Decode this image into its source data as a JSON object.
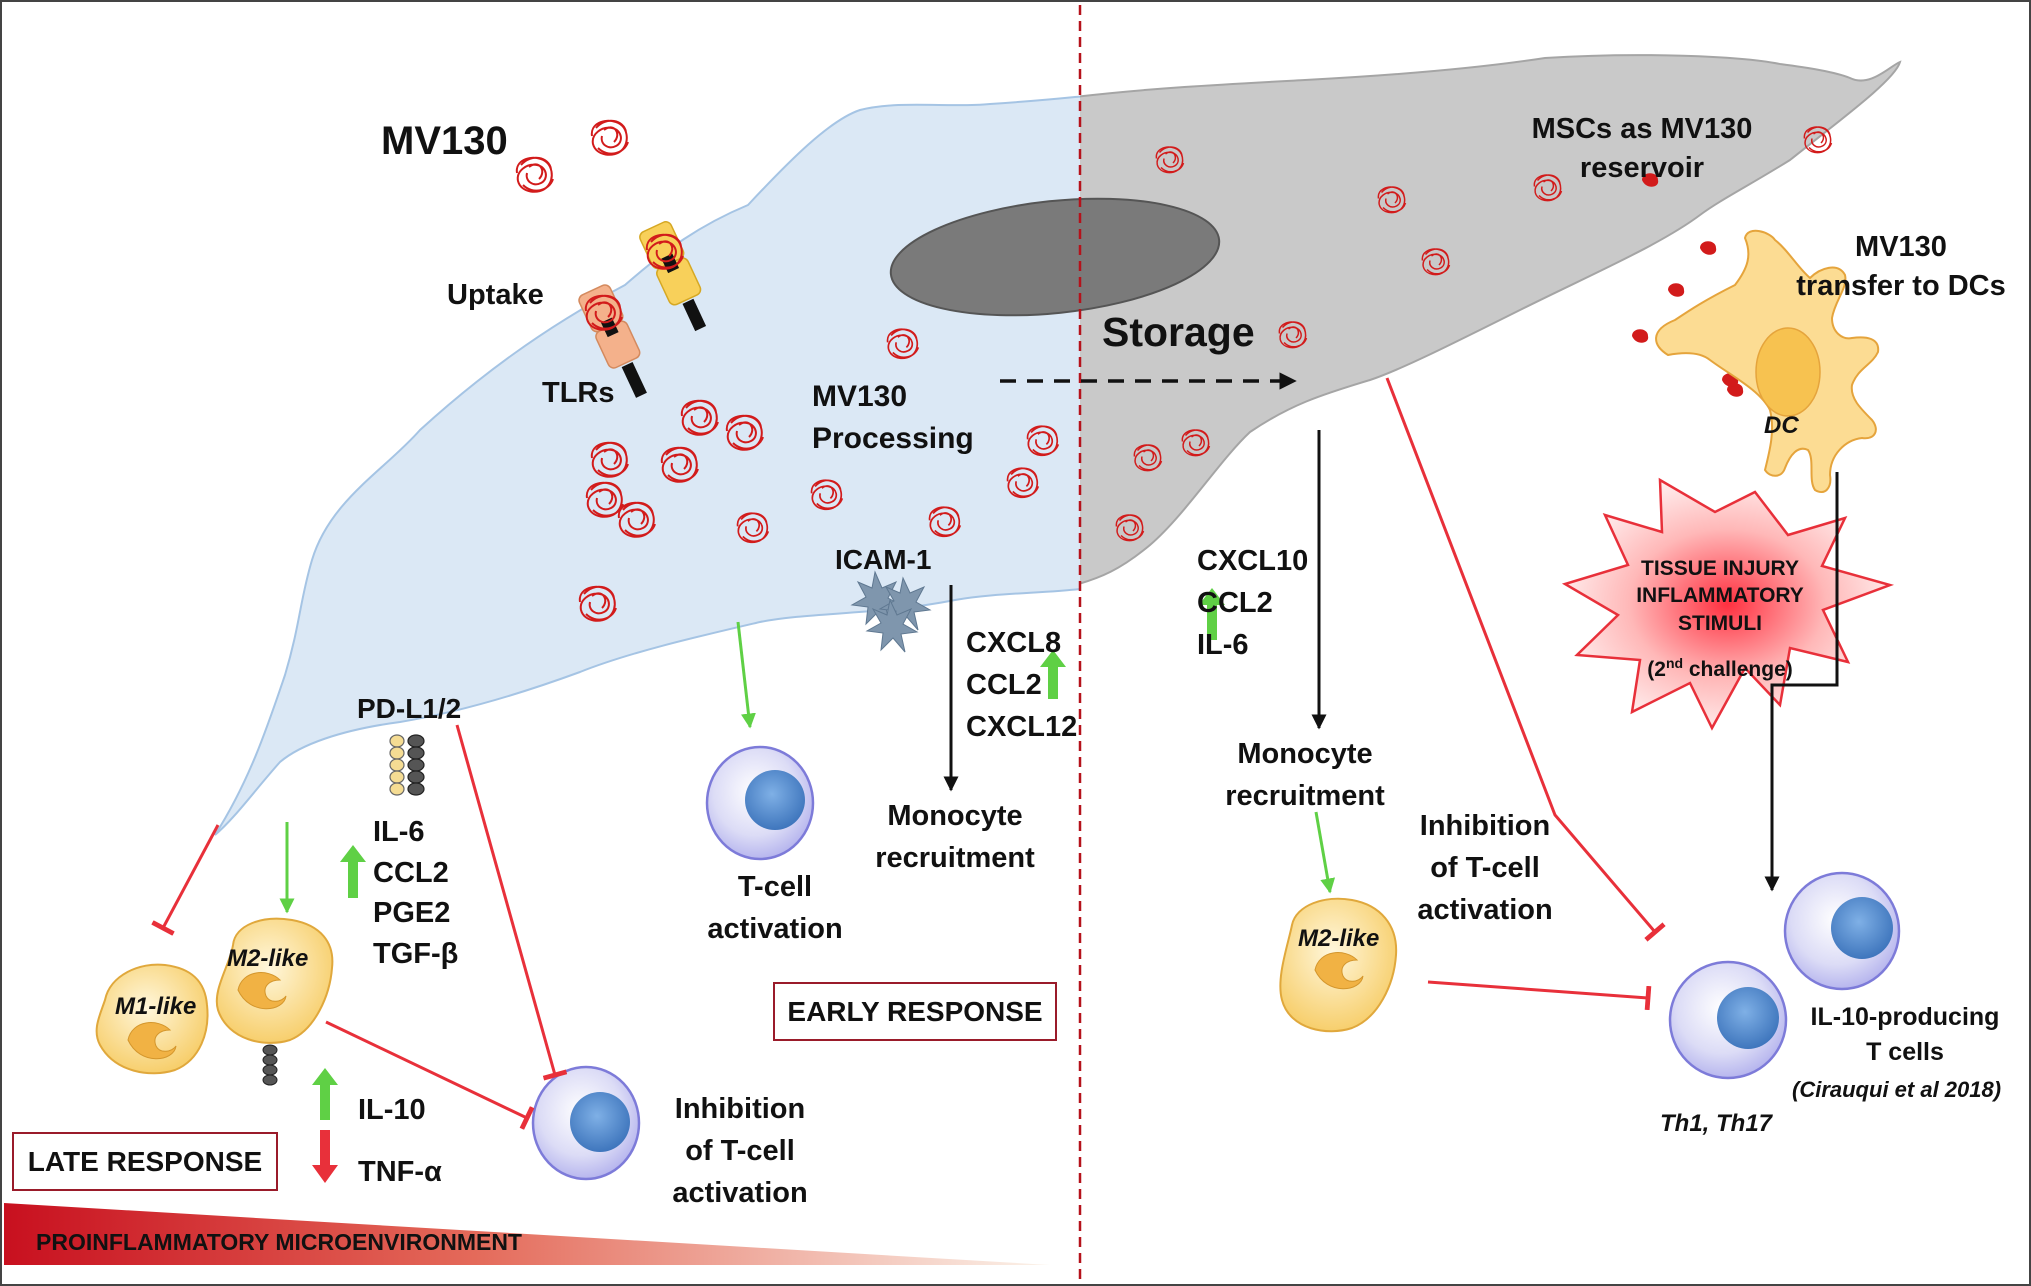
{
  "title": "MV130",
  "labels": {
    "uptake": "Uptake",
    "tlrs": "TLRs",
    "processing": "MV130\nProcessing",
    "storage": "Storage",
    "reservoir": "MSCs as MV130\nreservoir",
    "transfer": "MV130\ntransfer to DCs",
    "dc": "DC",
    "icam": "ICAM-1",
    "pdl": "PD-L1/2",
    "chem_early": "CXCL8\nCCL2\nCXCL12",
    "mono_early": "Monocyte\nrecruitment",
    "tcell_act": "T-cell\nactivation",
    "late_factors": "IL-6\nCCL2\nPGE2\nTGF-β",
    "il10": "IL-10",
    "tnf": "TNF-α",
    "m1": "M1-like",
    "m2_left": "M2-like",
    "m2_right": "M2-like",
    "inhib_left": "Inhibition\nof T-cell\nactivation",
    "chem_storage": "CXCL10\nCCL2\nIL-6",
    "mono_right": "Monocyte\nrecruitment",
    "inhib_right": "Inhibition\nof T-cell\nactivation",
    "th": "Th1, Th17",
    "il10_cells": "IL-10-producing\nT cells",
    "citation": "(Cirauqui et al 2018)",
    "injury": "TISSUE INJURY\nINFLAMMATORY\nSTIMULI"
  },
  "injury_challenge": {
    "pre": "(2",
    "sup": "nd",
    "post": " challenge)"
  },
  "boxes": {
    "early": "EARLY RESPONSE",
    "late": "LATE RESPONSE"
  },
  "gradient_label": "PROINFLAMMATORY MICROENVIRONMENT",
  "colors": {
    "cell_left": "#dbe8f5",
    "cell_right": "#c9c9c9",
    "nucleus": "#7a7a7a",
    "particle": "#d21b1b",
    "activation_arrow": "#5fd045",
    "inhibition": "#e8303a",
    "divider": "#b5121b",
    "macrophage": "#f8d67c",
    "tcell": "#4f83c9",
    "gradient_start": "#c8101f"
  }
}
